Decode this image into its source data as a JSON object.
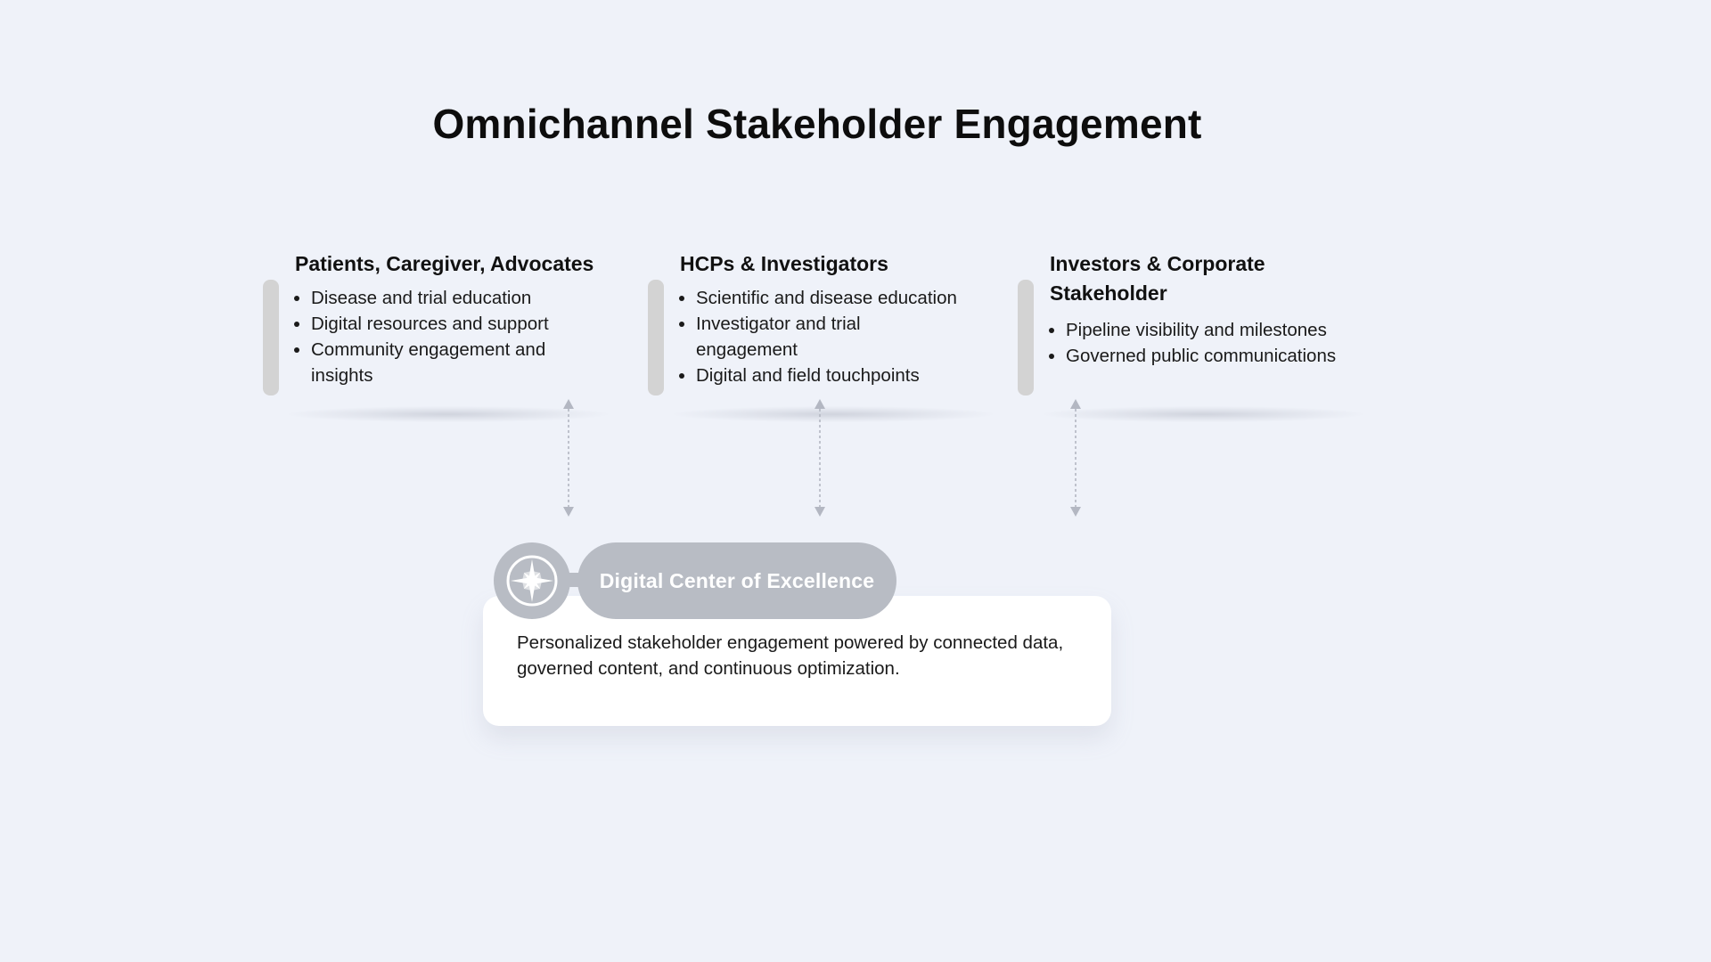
{
  "title": "Omnichannel Stakeholder Engagement",
  "stakeholders": [
    {
      "heading": "Patients, Caregiver, Advocates",
      "items": [
        "Disease and trial education",
        "Digital resources and support",
        "Community engagement and insights"
      ]
    },
    {
      "heading": "HCPs & Investigators",
      "items": [
        "Scientific and disease education",
        "Investigator and trial engagement",
        "Digital and field touchpoints"
      ]
    },
    {
      "heading": "Investors & Corporate Stakeholder",
      "items": [
        "Pipeline visibility and milestones",
        "Governed public communications"
      ]
    }
  ],
  "center": {
    "label": "Digital Center of Excellence",
    "icon": "compass-star-icon",
    "description": "Personalized stakeholder engagement powered by connected data, governed content, and continuous optimization."
  },
  "colors": {
    "background": "#eff2f9",
    "accent_bar": "#d3d3d3",
    "pill": "#b8bcc4",
    "connector": "#b3b7c2"
  }
}
